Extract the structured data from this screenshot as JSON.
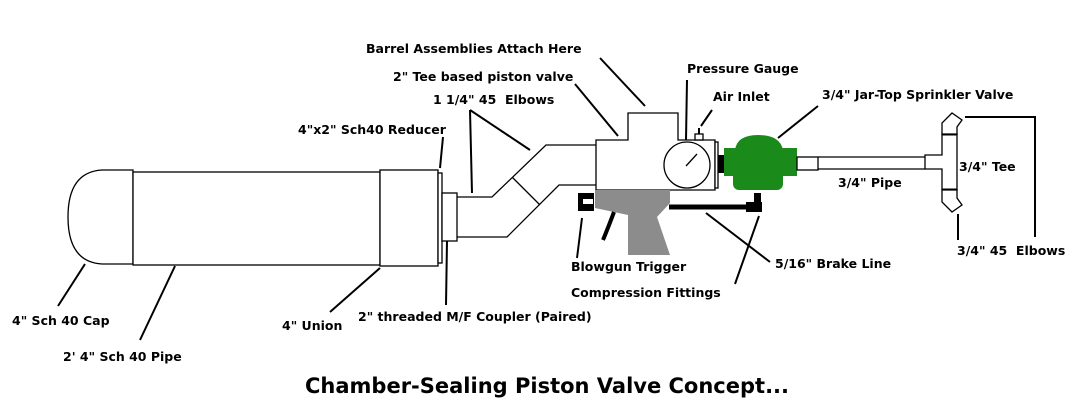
{
  "title": "Chamber-Sealing Piston Valve Concept...",
  "colors": {
    "valve": "#1a8a1a",
    "grip": "#8c8c8c",
    "line": "#000000"
  },
  "labels": {
    "barrel_attach": "Barrel Assemblies Attach Here",
    "tee_valve": "2\" Tee based piston valve",
    "pressure_gauge": "Pressure Gauge",
    "air_inlet": "Air Inlet",
    "sprinkler_valve": "3/4\" Jar-Top Sprinkler Valve",
    "elbows_large": "1 1/4\" 45  Elbows",
    "reducer": "4\"x2\" Sch40 Reducer",
    "pipe_small": "3/4\" Pipe",
    "tee_small": "3/4\" Tee",
    "elbows_small": "3/4\" 45  Elbows",
    "blowgun_trigger": "Blowgun Trigger",
    "brake_line": "5/16\" Brake Line",
    "compression_fittings": "Compression Fittings",
    "cap": "4\" Sch 40 Cap",
    "main_pipe": "2' 4\" Sch 40 Pipe",
    "union": "4\" Union",
    "coupler": "2\" threaded M/F Coupler (Paired)"
  }
}
